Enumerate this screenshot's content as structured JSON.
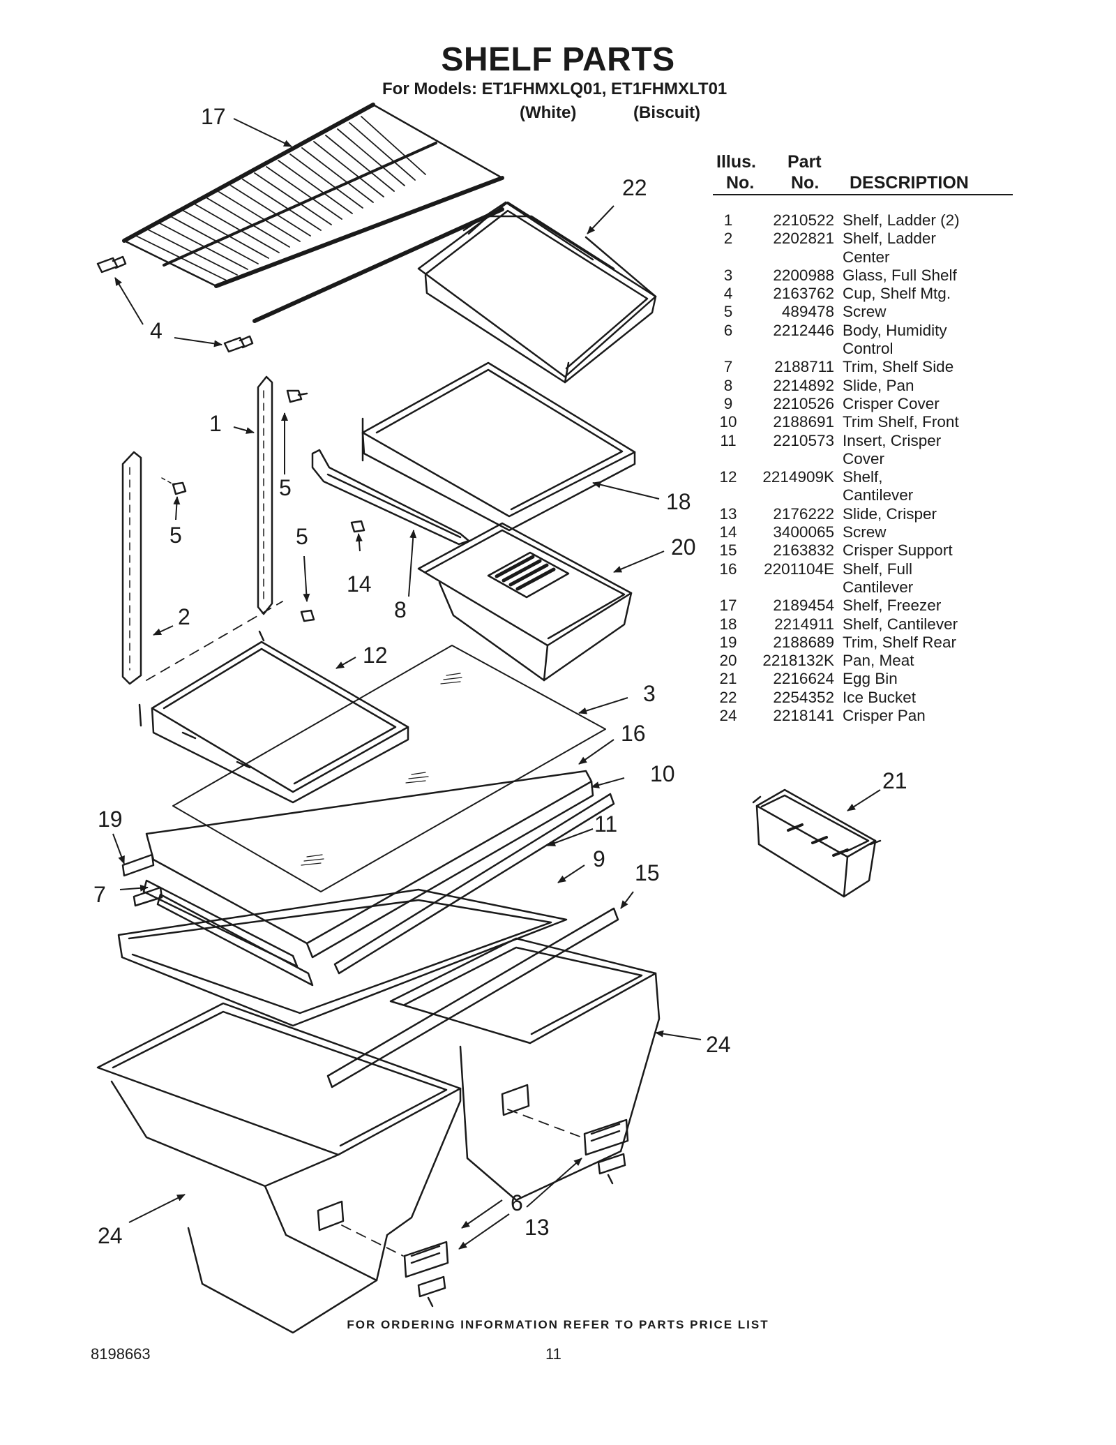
{
  "header": {
    "title": "SHELF PARTS",
    "models_line": "For Models: ET1FHMXLQ01, ET1FHMXLT01",
    "variant_1": "(White)",
    "variant_2": "(Biscuit)"
  },
  "table": {
    "col_illus_1": "Illus.",
    "col_illus_2": "No.",
    "col_part_1": "Part",
    "col_part_2": "No.",
    "col_desc": "DESCRIPTION",
    "rows": [
      {
        "illus": "1",
        "part": "2210522",
        "desc": "Shelf, Ladder (2)"
      },
      {
        "illus": "2",
        "part": "2202821",
        "desc": "Shelf, Ladder",
        "desc2": "Center"
      },
      {
        "illus": "3",
        "part": "2200988",
        "desc": "Glass, Full Shelf"
      },
      {
        "illus": "4",
        "part": "2163762",
        "desc": "Cup, Shelf Mtg."
      },
      {
        "illus": "5",
        "part": "489478",
        "desc": "Screw"
      },
      {
        "illus": "6",
        "part": "2212446",
        "desc": "Body, Humidity",
        "desc2": "Control"
      },
      {
        "illus": "7",
        "part": "2188711",
        "desc": "Trim, Shelf Side"
      },
      {
        "illus": "8",
        "part": "2214892",
        "desc": "Slide, Pan"
      },
      {
        "illus": "9",
        "part": "2210526",
        "desc": "Crisper Cover"
      },
      {
        "illus": "10",
        "part": "2188691",
        "desc": "Trim Shelf, Front"
      },
      {
        "illus": "11",
        "part": "2210573",
        "desc": "Insert, Crisper",
        "desc2": "Cover"
      },
      {
        "illus": "12",
        "part": "2214909K",
        "desc": "Shelf,",
        "desc2": "Cantilever"
      },
      {
        "illus": "13",
        "part": "2176222",
        "desc": "Slide, Crisper"
      },
      {
        "illus": "14",
        "part": "3400065",
        "desc": "Screw"
      },
      {
        "illus": "15",
        "part": "2163832",
        "desc": "Crisper Support"
      },
      {
        "illus": "16",
        "part": "2201104E",
        "desc": "Shelf, Full",
        "desc2": "Cantilever"
      },
      {
        "illus": "17",
        "part": "2189454",
        "desc": "Shelf, Freezer"
      },
      {
        "illus": "18",
        "part": "2214911",
        "desc": "Shelf, Cantilever"
      },
      {
        "illus": "19",
        "part": "2188689",
        "desc": "Trim, Shelf Rear"
      },
      {
        "illus": "20",
        "part": "2218132K",
        "desc": "Pan, Meat"
      },
      {
        "illus": "21",
        "part": "2216624",
        "desc": "Egg Bin"
      },
      {
        "illus": "22",
        "part": "2254352",
        "desc": "Ice Bucket"
      },
      {
        "illus": "24",
        "part": "2218141",
        "desc": "Crisper Pan"
      }
    ]
  },
  "callouts": {
    "c17": "17",
    "c22": "22",
    "c4": "4",
    "c1": "1",
    "c5a": "5",
    "c5b": "5",
    "c5c": "5",
    "c14": "14",
    "c8": "8",
    "c18": "18",
    "c20": "20",
    "c2": "2",
    "c12": "12",
    "c3": "3",
    "c16": "16",
    "c10": "10",
    "c19": "19",
    "c11": "11",
    "c9": "9",
    "c7": "7",
    "c15": "15",
    "c21": "21",
    "c24a": "24",
    "c24b": "24",
    "c6": "6",
    "c13": "13"
  },
  "footer": {
    "note": "FOR ORDERING INFORMATION REFER TO PARTS PRICE LIST",
    "doc_number": "8198663",
    "page_number": "11"
  }
}
